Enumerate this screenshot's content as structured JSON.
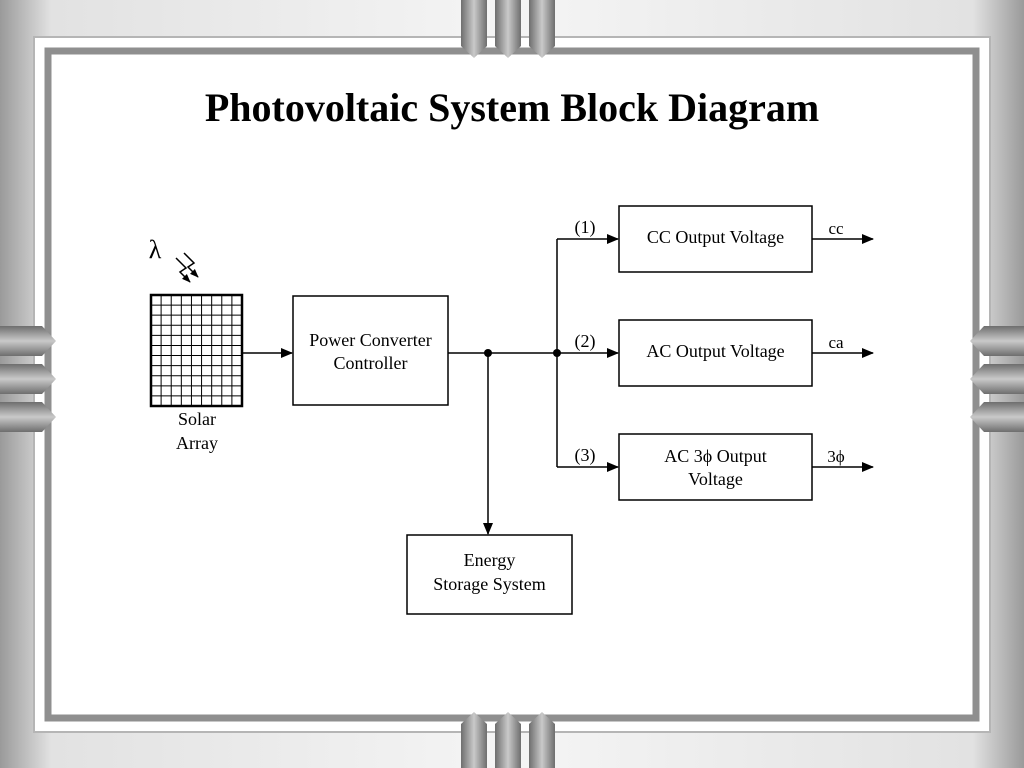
{
  "title": "Photovoltaic System Block Diagram",
  "solar_array": {
    "line1": "Solar",
    "line2": "Array",
    "light_symbol": "λ"
  },
  "power_converter": {
    "line1": "Power Converter",
    "line2": "Controller"
  },
  "energy_storage": {
    "line1": "Energy",
    "line2": "Storage System"
  },
  "outputs": [
    {
      "branch": "(1)",
      "label_line1": "CC Output Voltage",
      "label_line2": "",
      "out": "cc"
    },
    {
      "branch": "(2)",
      "label_line1": "AC Output Voltage",
      "label_line2": "",
      "out": "ca"
    },
    {
      "branch": "(3)",
      "label_line1": "AC 3ϕ Output",
      "label_line2": "Voltage",
      "out": "3ϕ"
    }
  ]
}
